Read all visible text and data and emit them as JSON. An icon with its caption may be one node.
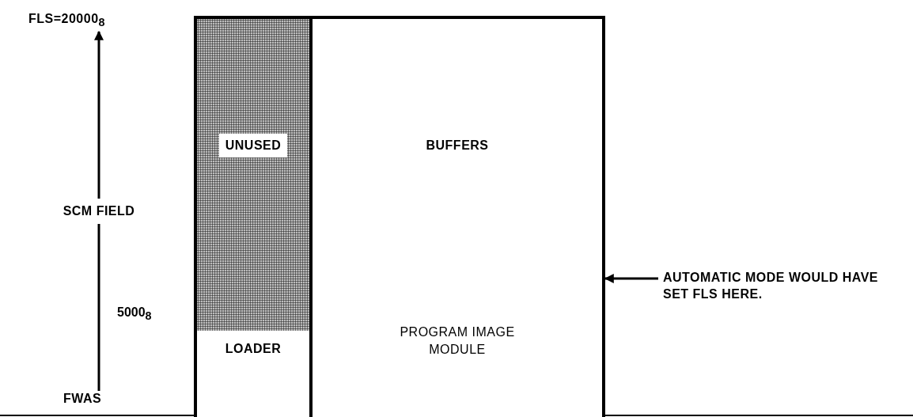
{
  "diagram": {
    "nodes": [
      {
        "text": [
          "UNUSED"
        ]
      },
      {
        "text": [
          "LOADER"
        ]
      },
      {
        "text": [
          "BUFFERS"
        ]
      },
      {
        "text": [
          "PROGRAM IMAGE MODULE"
        ]
      },
      {
        "text": [
          "AUTOMATIC MODE WOULD HAVE SET FLS HERE."
        ]
      },
      {
        "text": [
          "FLS=20000$_{8}$"
        ]
      },
      {
        "text": [
          "FWAS"
        ]
      }
    ],
    "edges": [
      {
        "from": 6,
        "to": 5,
        "arrow": "to",
        "label": "SCM FIELD"
      },
      {
        "from": 4,
        "to": 3,
        "arrow": "to"
      }
    ],
    "labels": [
      "5000$_{8}$"
    ]
  }
}
